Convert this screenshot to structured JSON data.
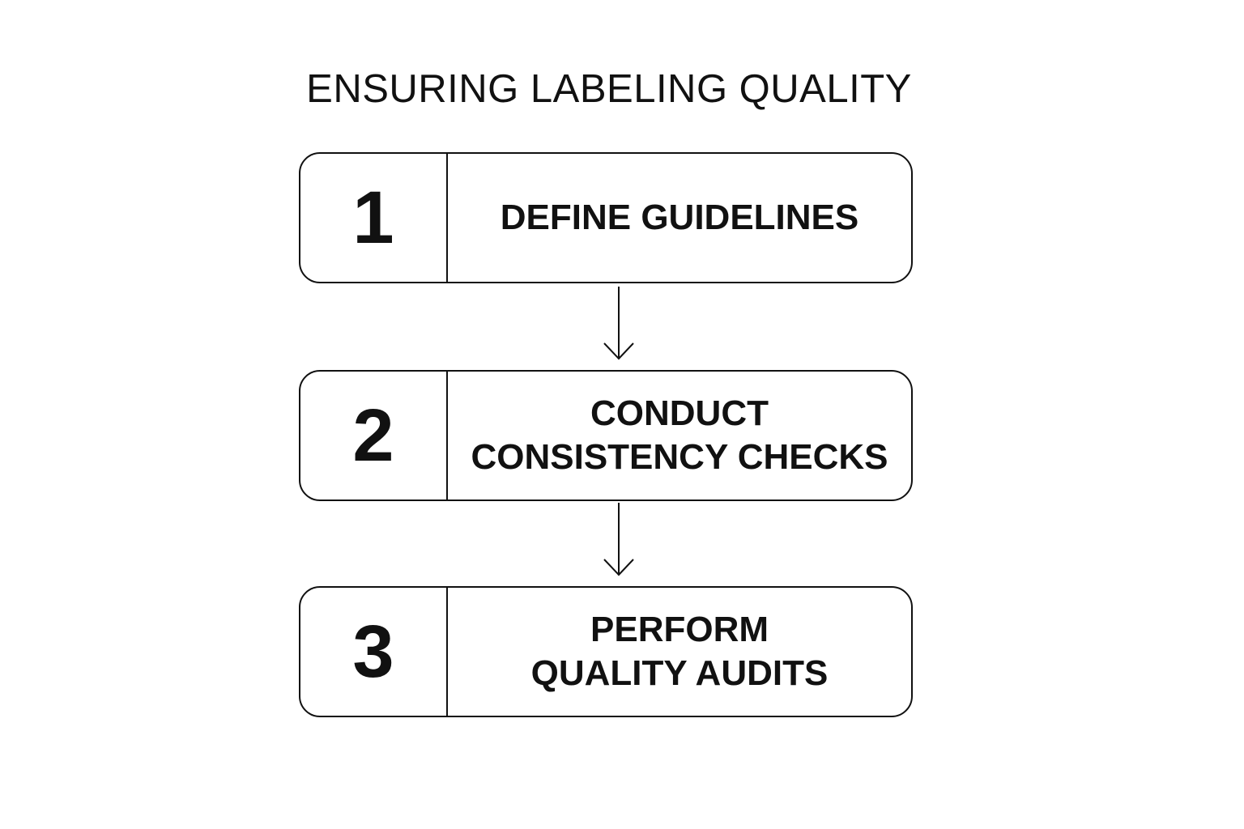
{
  "title": "ENSURING LABELING QUALITY",
  "steps": [
    {
      "number": "1",
      "lines": [
        "DEFINE GUIDELINES"
      ]
    },
    {
      "number": "2",
      "lines": [
        "CONDUCT",
        "CONSISTENCY CHECKS"
      ]
    },
    {
      "number": "3",
      "lines": [
        "PERFORM",
        "QUALITY AUDITS"
      ]
    }
  ],
  "colors": {
    "stroke": "#111111",
    "background": "#ffffff"
  },
  "icons": [
    "arrow-down-icon"
  ]
}
